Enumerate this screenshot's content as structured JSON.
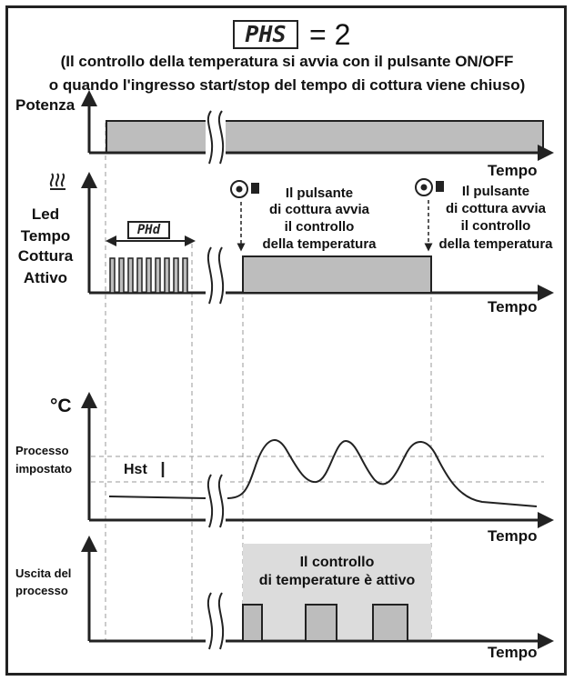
{
  "header": {
    "lcd_param": "PHS",
    "equals_value": "= 2",
    "line1": "(Il controllo della temperatura si avvia con il pulsante ON/OFF",
    "line2": "o quando l'ingresso start/stop del tempo di cottura viene chiuso)"
  },
  "panel_power": {
    "ylabel": "Potenza",
    "xlabel": "Tempo"
  },
  "panel_led": {
    "ylabel": [
      "Led",
      "Tempo",
      "Cottura",
      "Attivo"
    ],
    "lcd_param": "PHd",
    "annotation_1": [
      "Il pulsante",
      "di cottura avvia",
      "il controllo",
      "della temperatura"
    ],
    "annotation_2": [
      "Il pulsante",
      "di cottura avvia",
      "il controllo",
      "della temperatura"
    ],
    "xlabel": "Tempo"
  },
  "panel_temp": {
    "unit": "°C",
    "setpoint_label": [
      "Processo",
      "impostato"
    ],
    "hysteresis_label": "Hst",
    "xlabel": "Tempo"
  },
  "panel_output": {
    "ylabel": [
      "Uscita del",
      "processo"
    ],
    "active_note": [
      "Il controllo",
      "di temperature è attivo"
    ],
    "xlabel": "Tempo"
  },
  "colors": {
    "line": "#222222",
    "fill_gray": "#bdbdbd",
    "active_region": "#dcdcdc",
    "dashed": "#9a9a9a"
  }
}
